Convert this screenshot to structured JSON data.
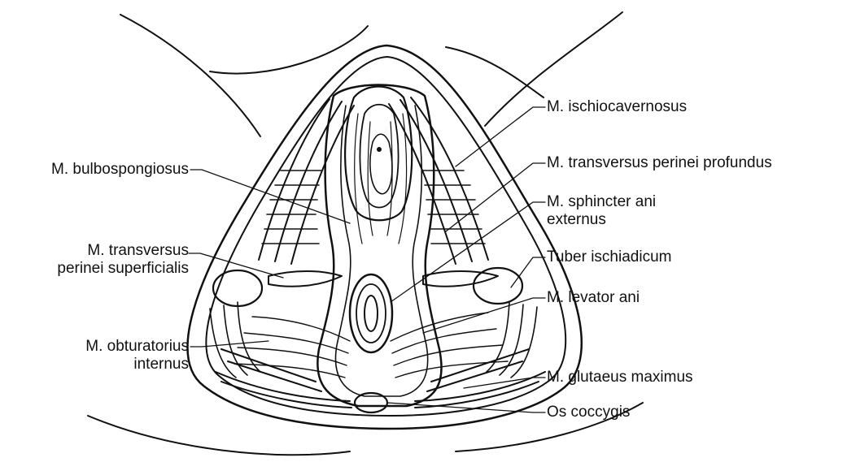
{
  "labels": {
    "ischiocavernosus": [
      "M. ischiocavernosus"
    ],
    "bulbospongiosus": [
      "M. bulbospongiosus"
    ],
    "transversus_profundus": [
      "M. transversus perinei profundus"
    ],
    "sphincter_ani": [
      "M. sphincter ani",
      "externus"
    ],
    "transversus_superficialis": [
      "M. transversus",
      "perinei superficialis"
    ],
    "tuber_ischiadicum": [
      "Tuber ischiadicum"
    ],
    "levator_ani": [
      "M. levator ani"
    ],
    "obturatorius": [
      "M. obturatorius",
      "internus"
    ],
    "glutaeus": [
      "M. glutaeus maximus"
    ],
    "coccygis": [
      "Os coccygis"
    ]
  },
  "colors": {
    "ink": "#111111",
    "paper": "#ffffff"
  }
}
